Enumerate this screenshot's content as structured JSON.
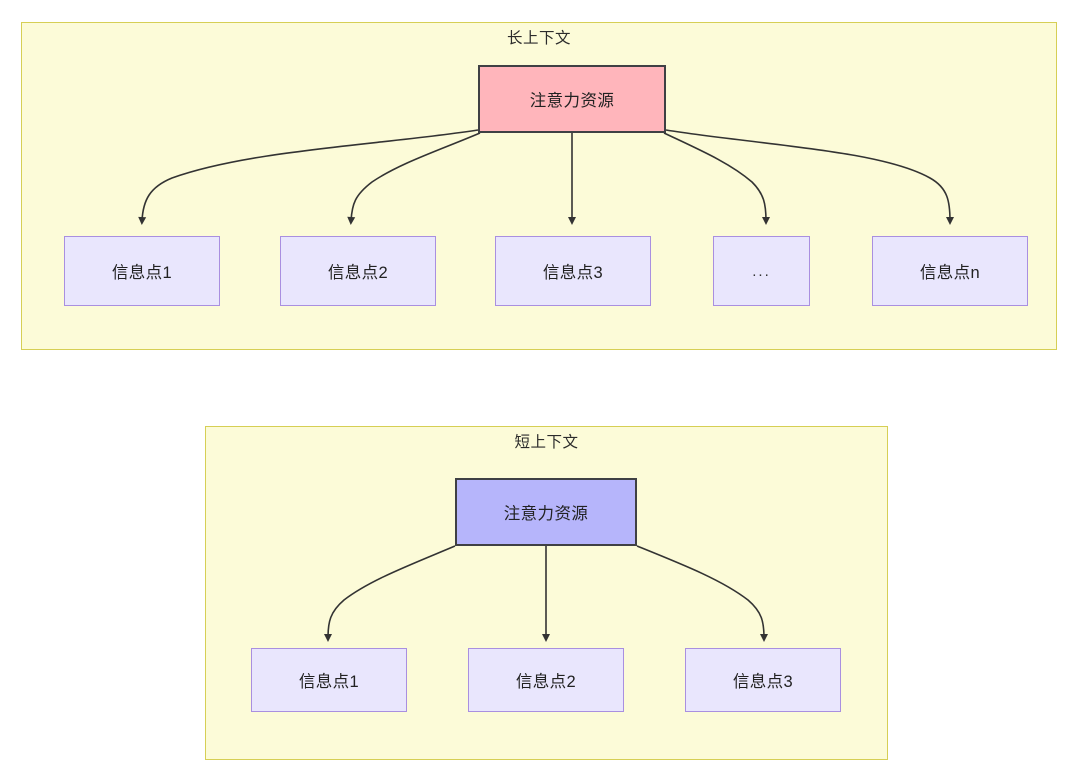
{
  "diagram": {
    "type": "tree-comparison",
    "background": "#ffffff",
    "palette": {
      "container_fill": "#fcfbd8",
      "container_border": "#d6cf55",
      "root_long_fill": "#ffb5bb",
      "root_short_fill": "#b6b5fb",
      "root_border": "#3f4044",
      "leaf_fill": "#e9e6fd",
      "leaf_border": "#a98fe0",
      "edge_color": "#333333",
      "text_color": "#222222"
    },
    "groups": [
      {
        "id": "long-context",
        "title": "长上下文",
        "root": {
          "label": "注意力资源"
        },
        "leaves": [
          {
            "label": "信息点1"
          },
          {
            "label": "信息点2"
          },
          {
            "label": "信息点3"
          },
          {
            "label": "..."
          },
          {
            "label": "信息点n"
          }
        ]
      },
      {
        "id": "short-context",
        "title": "短上下文",
        "root": {
          "label": "注意力资源"
        },
        "leaves": [
          {
            "label": "信息点1"
          },
          {
            "label": "信息点2"
          },
          {
            "label": "信息点3"
          }
        ]
      }
    ]
  }
}
